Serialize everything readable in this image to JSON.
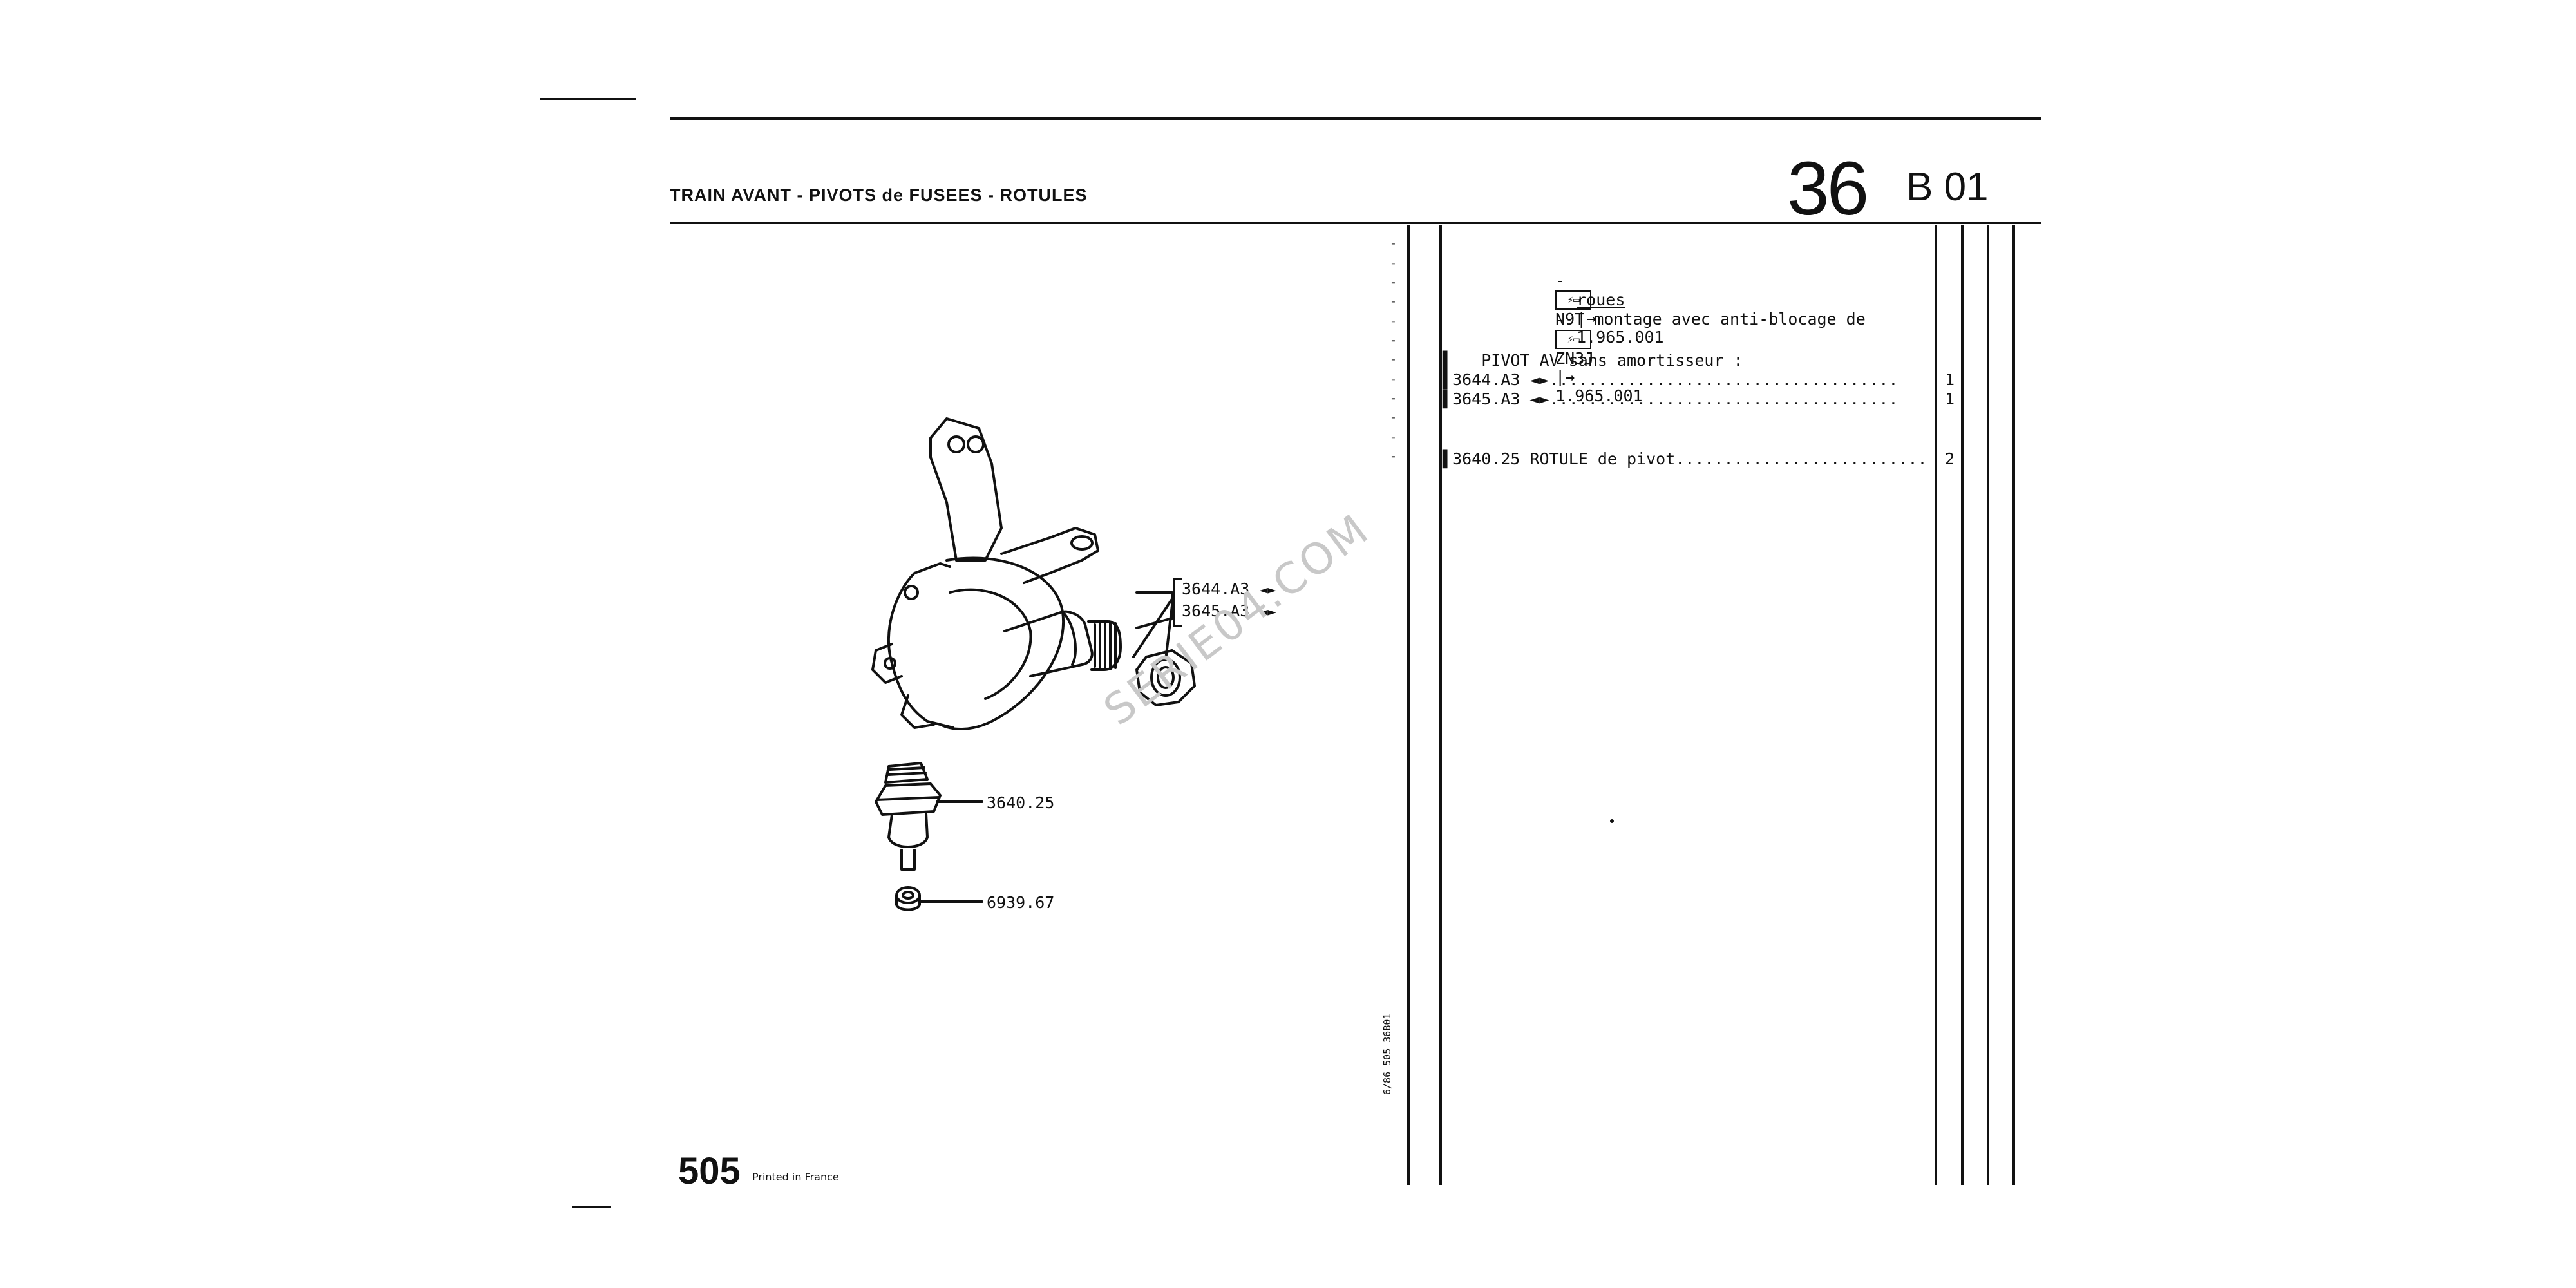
{
  "header": {
    "title": "TRAIN AVANT - PIVOTS de FUSEES - ROTULES",
    "section_number": "36",
    "section_code": "B 01"
  },
  "notes": [
    {
      "prefix": "-",
      "icon": "vehicle-type-icon",
      "text": "N9T montage avec anti-blocage de",
      "text2": "roues",
      "arrow": "|→",
      "value": "1.965.001"
    },
    {
      "prefix": "-",
      "icon": "vehicle-type-icon",
      "text": "ZN3J",
      "arrow": "|→",
      "value": "1.965.001"
    }
  ],
  "group_heading": "PIVOT AV sans amortisseur :",
  "parts": [
    {
      "ref": "3644.A3",
      "symbol": "◄►",
      "qty": "1"
    },
    {
      "ref": "3645.A3",
      "symbol": "◄►",
      "qty": "1"
    },
    {
      "ref": "3640.25",
      "label": "ROTULE de pivot",
      "qty": "2"
    }
  ],
  "callouts": {
    "c1": "3644.A3",
    "c2": "3645.A3",
    "c3": "3640.25",
    "c4": "6939.67",
    "arrow": "◄►"
  },
  "watermark": "SERIE04.COM",
  "footer": {
    "page": "505",
    "text": "Printed in France"
  },
  "side_ref": "6/86 505 36B01"
}
